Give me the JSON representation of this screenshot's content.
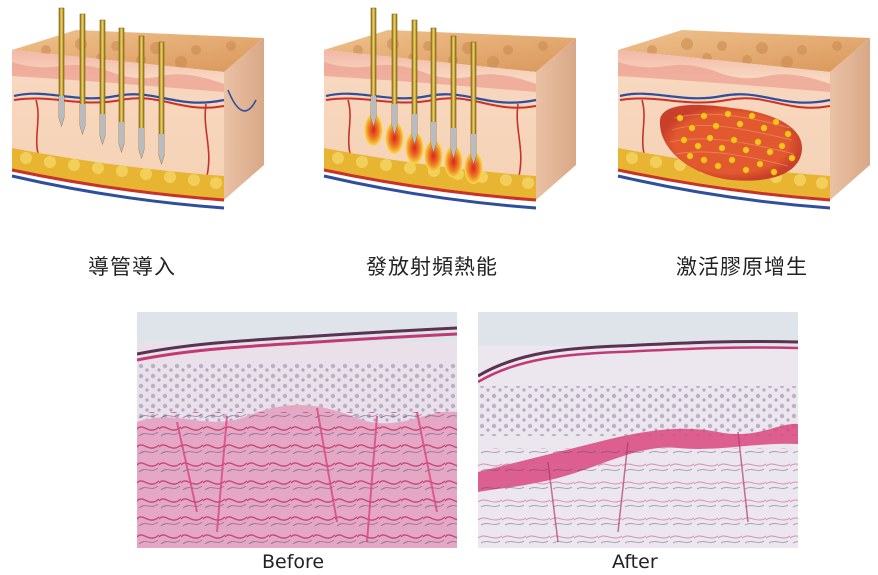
{
  "steps": [
    {
      "label": "導管導入",
      "stage": "needle-insertion"
    },
    {
      "label": "發放射頻熱能",
      "stage": "rf-heating"
    },
    {
      "label": "激活膠原增生",
      "stage": "collagen-activation"
    }
  ],
  "comparison": {
    "before_label": "Before",
    "after_label": "After"
  },
  "colors": {
    "skin_top": "#e8b98a",
    "dermis": "#f7d7bf",
    "epidermis": "#f3b7a8",
    "fat": "#e7b531",
    "vessel_red": "#c8322a",
    "vessel_blue": "#2f4f9e",
    "needle_gold": "#c9a227",
    "heat_core": "#d9261c",
    "collagen_zone": "#e2582f",
    "collagen_dot": "#f6c320",
    "stain_pink": "#d9477f"
  }
}
